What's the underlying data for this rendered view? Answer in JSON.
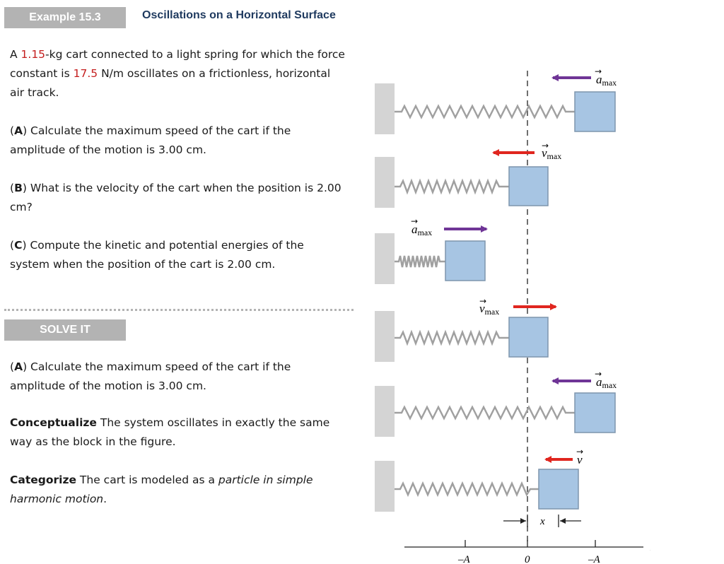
{
  "header": {
    "example_label": "Example 15.3",
    "title": "Oscillations on a Horizontal Surface"
  },
  "problem": {
    "intro_p1": "A ",
    "mass": "1.15",
    "intro_p2": "-kg cart connected to a light spring for which the force constant is ",
    "k": "17.5",
    "intro_p3": " N/m oscillates on a frictionless, horizontal air track.",
    "a_label": "A",
    "a_text": "Calculate the maximum speed of the cart if the amplitude of the motion is 3.00 cm.",
    "b_label": "B",
    "b_text": "What is the velocity of the cart when the position is 2.00 cm?",
    "c_label": "C",
    "c_text": "Compute the kinetic and potential energies of the system when the position of the cart is 2.00 cm."
  },
  "solve": {
    "badge": "SOLVE IT",
    "a_label": "A",
    "a_text": "Calculate the maximum speed of the cart if the amplitude of the motion is 3.00 cm.",
    "conceptualize_label": "Conceptualize",
    "conceptualize_text": " The system oscillates in exactly the same way as the block in the figure.",
    "categorize_label": "Categorize",
    "categorize_text1": " The cart is modeled as a ",
    "categorize_italic": "particle in simple harmonic motion",
    "categorize_text2": "."
  },
  "figure": {
    "labels": {
      "amax": "a",
      "amax_sub": "max",
      "vmax": "v",
      "vmax_sub": "max",
      "v": "v",
      "x": "x",
      "neg_a": "–A",
      "zero": "0",
      "pos_a": "–A",
      "axis_x": "x"
    },
    "colors": {
      "block": "#a7c5e3",
      "block_edge": "#7e95ad",
      "wall": "#d4d4d4",
      "spring": "#a0a0a0",
      "acc_arrow": "#6f3596",
      "vel_arrow": "#e0261f"
    },
    "icons": [
      "wall",
      "spring",
      "cart-block",
      "acceleration-arrow",
      "velocity-arrow"
    ]
  }
}
